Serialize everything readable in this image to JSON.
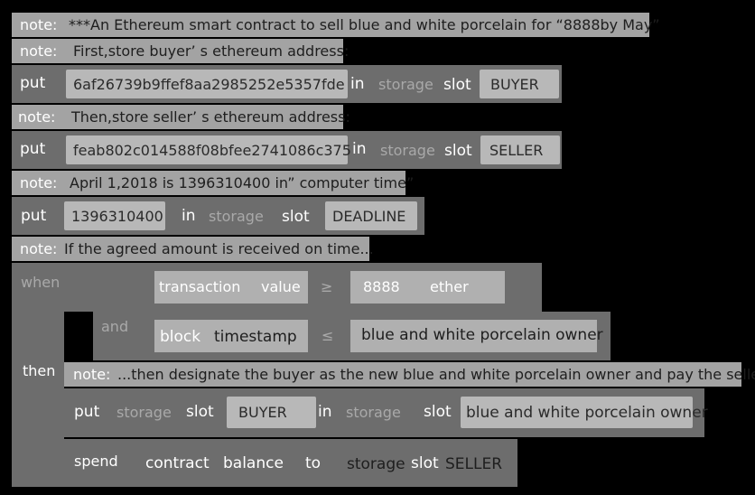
{
  "notes": {
    "n1": {
      "keyword": "note:",
      "text": "***An Ethereum smart contract to sell blue and white porcelain  for “8888by May”"
    },
    "n2": {
      "keyword": "note:",
      "text": "First,store buyer’ s ethereum address:"
    },
    "n3": {
      "keyword": "note:",
      "text": "Then,store seller’ s ethereum address:"
    },
    "n4": {
      "keyword": "note:",
      "text": "April 1,2018 is 1396310400 in” computer time”"
    },
    "n5": {
      "keyword": "note:",
      "text": "If the agreed amount is received on time..."
    },
    "n6": {
      "keyword": "note:",
      "text": "...then designate the buyer as the new blue and white porcelain owner and pay the seller"
    }
  },
  "put_buyer": {
    "put": "put",
    "value": "6af26739b9ffef8aa2985252e5357fde",
    "in": "in",
    "storage": "storage",
    "slot": "slot",
    "slot_name": "BUYER"
  },
  "put_seller": {
    "put": "put",
    "value": "feab802c014588f08bfee2741086c375",
    "in": "in",
    "storage": "storage",
    "slot": "slot",
    "slot_name": "SELLER"
  },
  "put_deadline": {
    "put": "put",
    "value": "1396310400",
    "in": "in",
    "storage": "storage",
    "slot": "slot",
    "slot_name": "DEADLINE"
  },
  "when_block": {
    "when": "when",
    "and": "and",
    "cond1": {
      "a": "transaction",
      "b": "value",
      "op": "≥",
      "val": "8888",
      "unit": "ether"
    },
    "cond2": {
      "a": "block",
      "b": "timestamp",
      "op": "≤",
      "val": "blue and white porcelain owner"
    }
  },
  "then_block": {
    "then": "then",
    "put": {
      "put": "put",
      "storage": "storage",
      "slot": "slot",
      "slot_name": "BUYER",
      "in": "in",
      "storage2": "storage",
      "slot2": "slot",
      "target": "blue and white porcelain owner"
    },
    "spend": {
      "spend": "spend",
      "contract": "contract",
      "balance": "balance",
      "to": "to",
      "storage": "storage",
      "slot": "slot",
      "slot_name": "SELLER"
    }
  }
}
